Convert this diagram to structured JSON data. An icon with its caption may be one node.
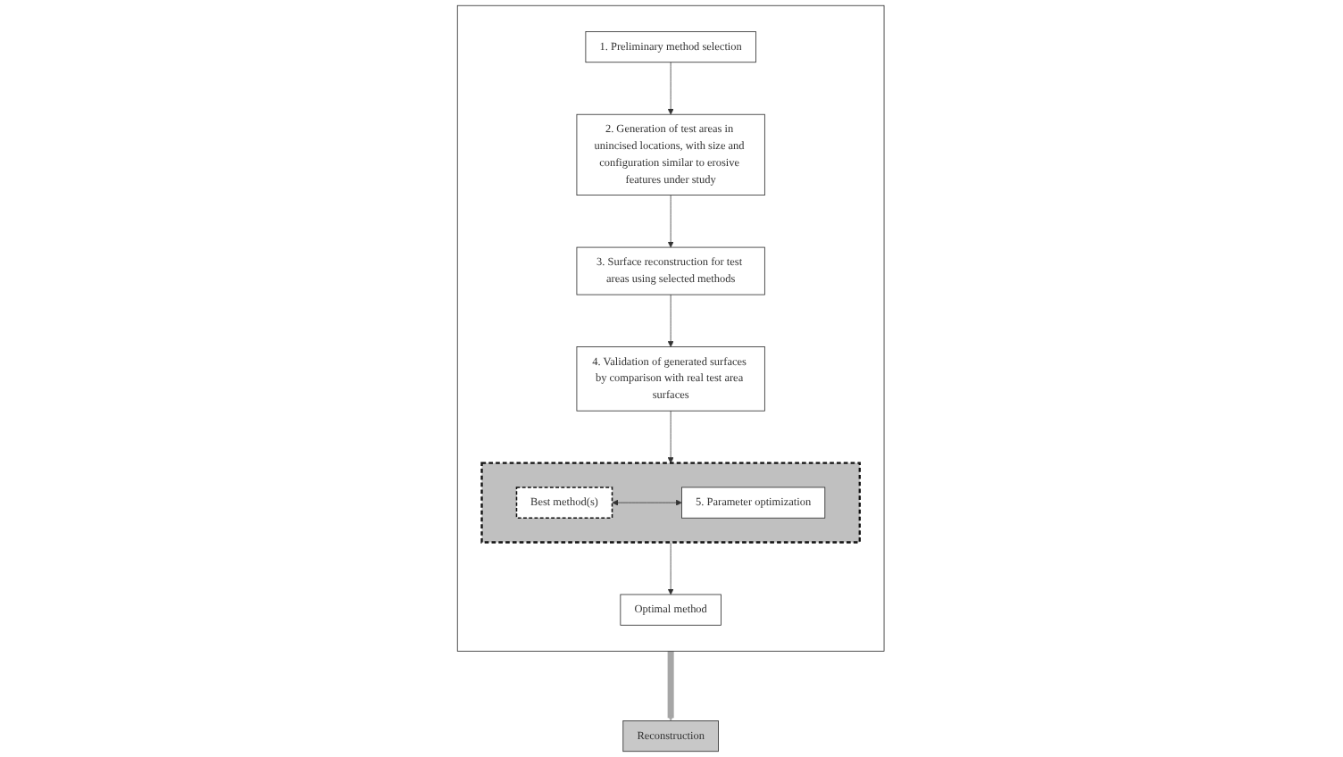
{
  "diagram": {
    "nodes": [
      {
        "text": [],
        "shape": "box"
      },
      {
        "text": [
          "1. Preliminary method selection"
        ],
        "in": 0
      },
      {
        "text": [
          "2. Generation of test areas in unincised locations, with size and configuration similar to erosive features under study"
        ],
        "in": 0
      },
      {
        "text": [
          "3. Surface reconstruction for test areas using selected methods"
        ],
        "in": 0
      },
      {
        "text": [
          "4. Validation of generated surfaces by comparison with real test area surfaces"
        ],
        "in": 0
      },
      {
        "text": [],
        "shape": "box",
        "in": 0
      },
      {
        "text": [
          "Best method(s)"
        ],
        "in": 5
      },
      {
        "text": [
          "5. Parameter optimization"
        ],
        "in": 5
      },
      {
        "text": [
          "Optimal method"
        ],
        "in": 0
      },
      {
        "text": [
          "Reconstruction"
        ]
      }
    ],
    "edges": [
      {
        "from": 1,
        "to": 2,
        "arrow": "to"
      },
      {
        "from": 2,
        "to": 3,
        "arrow": "to"
      },
      {
        "from": 3,
        "to": 4,
        "arrow": "to"
      },
      {
        "from": 4,
        "to": 5,
        "arrow": "to"
      },
      {
        "from": 6,
        "to": 7,
        "arrow": "both"
      },
      {
        "from": 5,
        "to": 8,
        "arrow": "to"
      },
      {
        "from": 0,
        "to": 9,
        "arrow": "to",
        "style": "thick",
        "color": "#a6a6a6"
      }
    ]
  }
}
